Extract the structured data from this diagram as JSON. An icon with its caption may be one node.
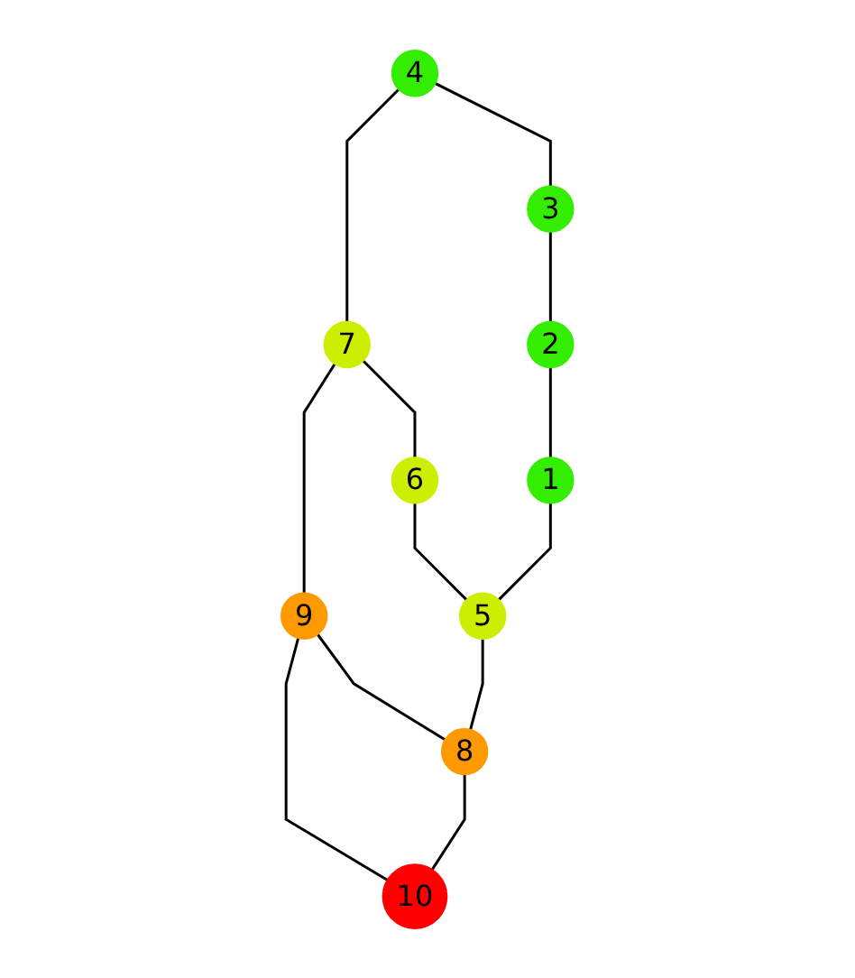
{
  "diagram": {
    "nodes": [
      {
        "text": [
          "1"
        ]
      },
      {
        "text": [
          "2"
        ]
      },
      {
        "text": [
          "3"
        ]
      },
      {
        "text": [
          "4"
        ]
      },
      {
        "text": [
          "5"
        ]
      },
      {
        "text": [
          "6"
        ]
      },
      {
        "text": [
          "7"
        ]
      },
      {
        "text": [
          "8"
        ]
      },
      {
        "text": [
          "9"
        ]
      },
      {
        "text": [
          "10"
        ]
      }
    ],
    "edges": [
      {
        "from": 3,
        "to": 2,
        "arrow": "none"
      },
      {
        "from": 2,
        "to": 1,
        "arrow": "none"
      },
      {
        "from": 1,
        "to": 0,
        "arrow": "none"
      },
      {
        "from": 3,
        "to": 6,
        "arrow": "none"
      },
      {
        "from": 6,
        "to": 5,
        "arrow": "none"
      },
      {
        "from": 5,
        "to": 4,
        "arrow": "none"
      },
      {
        "from": 6,
        "to": 8,
        "arrow": "none"
      },
      {
        "from": 8,
        "to": 7,
        "arrow": "none"
      },
      {
        "from": 8,
        "to": 9,
        "arrow": "none"
      },
      {
        "from": 0,
        "to": 4,
        "arrow": "none"
      },
      {
        "from": 4,
        "to": 7,
        "arrow": "none"
      },
      {
        "from": 7,
        "to": 9,
        "arrow": "none"
      }
    ]
  }
}
